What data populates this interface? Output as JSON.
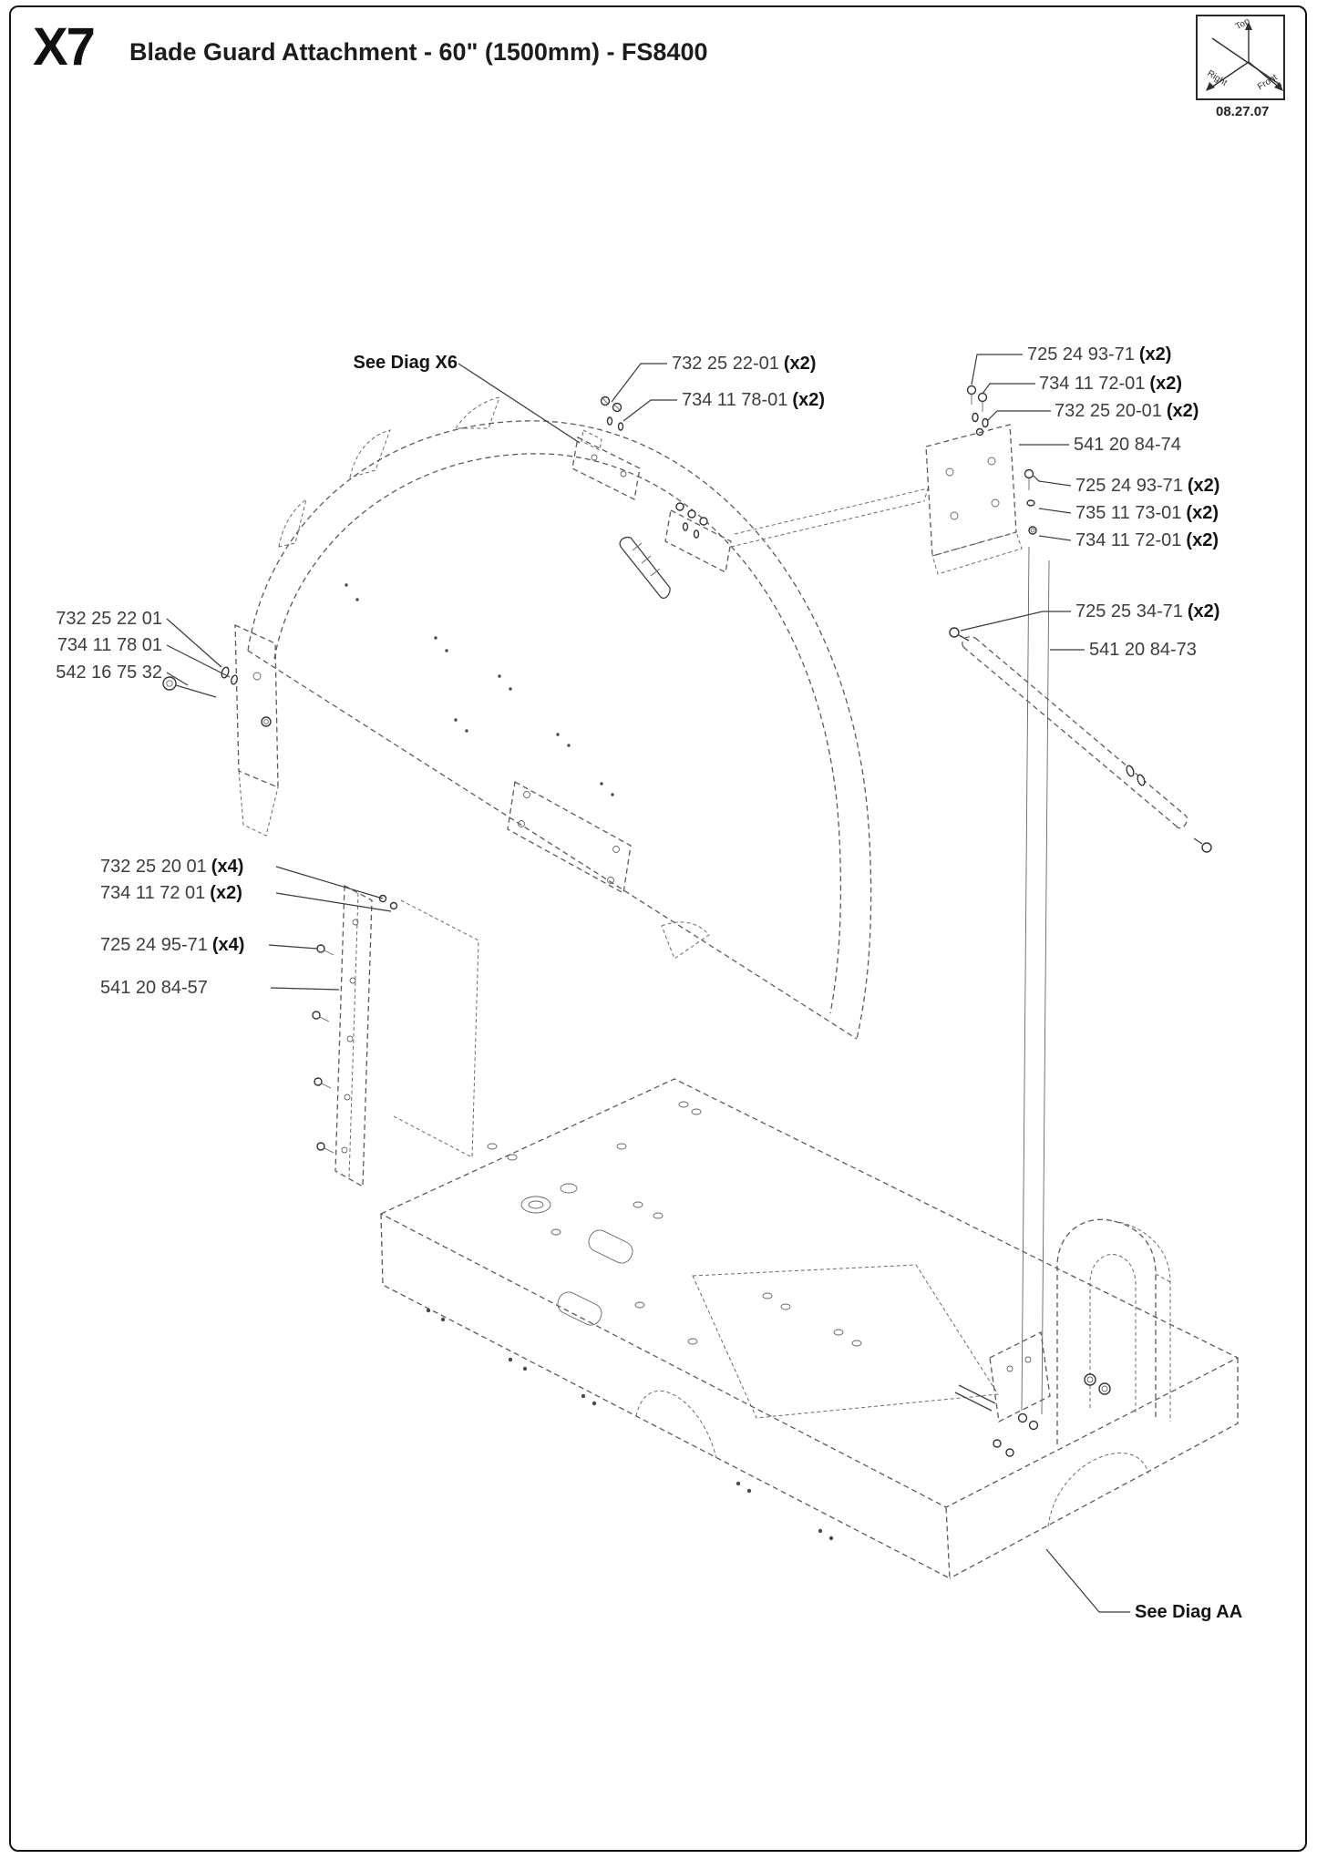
{
  "header": {
    "code": "X7",
    "title": "Blade Guard Attachment - 60\" (1500mm) - FS8400",
    "date": "08.27.07"
  },
  "axis_indicator": {
    "top": "Top",
    "right": "Right",
    "front": "Front"
  },
  "references": {
    "x6": "See Diag X6",
    "aa": "See Diag AA"
  },
  "callouts": [
    {
      "num": "732 25 22-01",
      "qty": "(x2)"
    },
    {
      "num": "734 11 78-01",
      "qty": "(x2)"
    },
    {
      "num": "725 24 93-71",
      "qty": "(x2)"
    },
    {
      "num": "734 11 72-01",
      "qty": "(x2)"
    },
    {
      "num": "732 25 20-01",
      "qty": "(x2)"
    },
    {
      "num": "541 20 84-74",
      "qty": ""
    },
    {
      "num": "725 24 93-71",
      "qty": "(x2)"
    },
    {
      "num": "735 11 73-01",
      "qty": "(x2)"
    },
    {
      "num": "734 11 72-01",
      "qty": "(x2)"
    },
    {
      "num": "725 25 34-71",
      "qty": "(x2)"
    },
    {
      "num": "541 20 84-73",
      "qty": ""
    },
    {
      "num": "732 25 22 01",
      "qty": ""
    },
    {
      "num": "734 11 78 01",
      "qty": ""
    },
    {
      "num": "542 16 75 32",
      "qty": ""
    },
    {
      "num": "732 25 20 01",
      "qty": "(x4)"
    },
    {
      "num": "734 11 72 01",
      "qty": "(x2)"
    },
    {
      "num": "725 24 95-71",
      "qty": "(x4)"
    },
    {
      "num": "541 20 84-57",
      "qty": ""
    }
  ],
  "colors": {
    "ink": "#141414",
    "line": "#5b5b5b"
  }
}
